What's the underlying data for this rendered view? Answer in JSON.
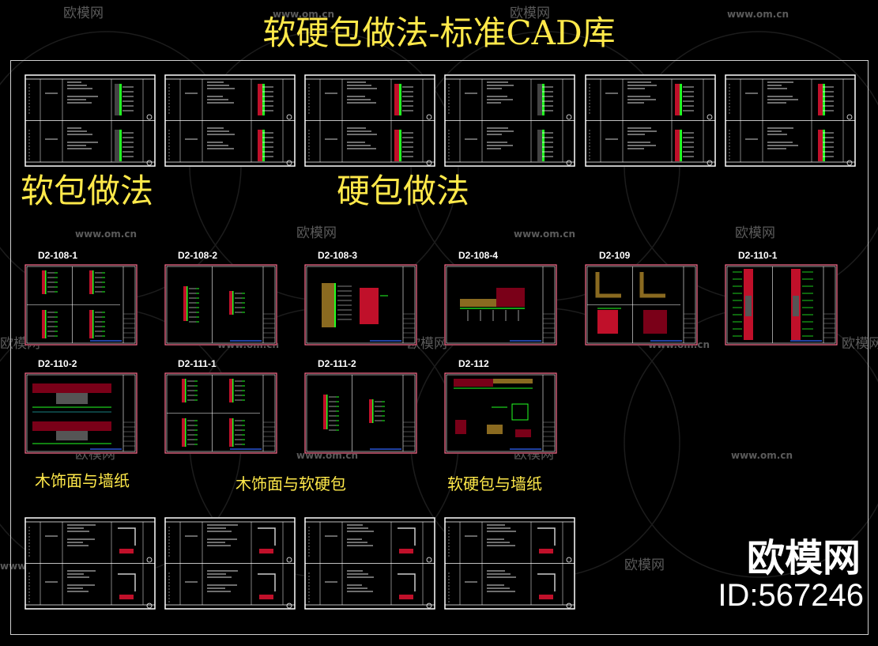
{
  "title": "软硬包做法-标准CAD库",
  "sections": {
    "soft_pack": "软包做法",
    "hard_pack": "硬包做法",
    "wood_wallpaper": "木饰面与墙纸",
    "wood_softhard": "木饰面与软硬包",
    "softhard_wallpaper": "软硬包与墙纸"
  },
  "sheet_labels": [
    "D2-108-1",
    "D2-108-2",
    "D2-108-3",
    "D2-108-4",
    "D2-109",
    "D2-110-1",
    "D2-110-2",
    "D2-111-1",
    "D2-111-2",
    "D2-112"
  ],
  "watermark": {
    "brand": "欧模网",
    "url": "www.om.cn"
  },
  "brand": {
    "logo": "欧模网",
    "id": "ID:567246"
  },
  "colors": {
    "background": "#000000",
    "title": "#ffe94a",
    "sheet_border_white": "#ffffff",
    "sheet_border_pink": "#ff6f8f",
    "cad_red": "#c0102a",
    "cad_green": "#22ff22",
    "cad_cyan": "#3ff",
    "watermark": "#5a5a5a"
  }
}
